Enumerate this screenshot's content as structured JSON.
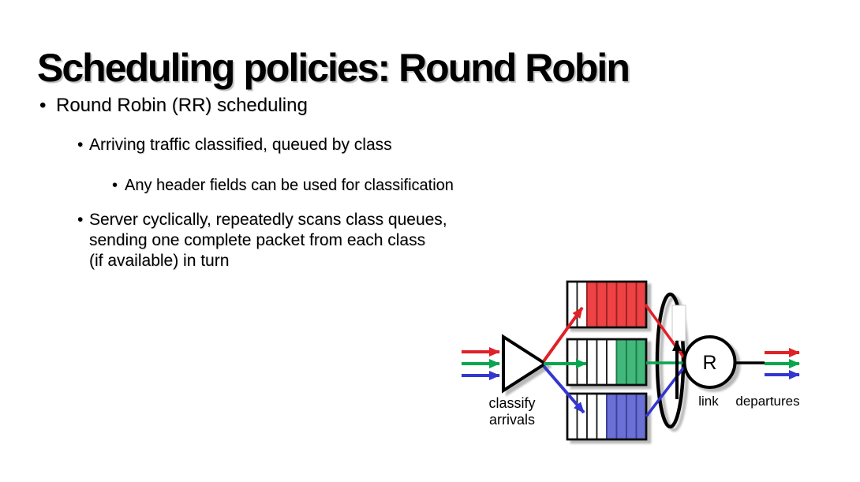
{
  "slide": {
    "title": "Scheduling policies: Round Robin",
    "bullet_char": "•",
    "bullets": [
      {
        "level": 1,
        "text": "Round Robin (RR) scheduling"
      },
      {
        "level": 2,
        "text": "Arriving traffic classified, queued by class"
      },
      {
        "level": 3,
        "text": "Any header fields can be used for classification"
      },
      {
        "level": 2,
        "text": "Server cyclically, repeatedly scans class queues,\nsending one complete packet from each class\n(if available) in turn"
      }
    ]
  },
  "diagram": {
    "labels": {
      "classify_line1": "classify",
      "classify_line2": "arrivals",
      "server": "R",
      "link": "link",
      "departures": "departures"
    },
    "colors": {
      "red": "#e02127",
      "green": "#0aa64f",
      "blue": "#3437cf",
      "outline": "#000000"
    },
    "queues": [
      {
        "name": "red-class-queue",
        "class": "red",
        "empty_cells": 2,
        "filled_cells": 6,
        "fill": "#ee4345",
        "divider": "#9c2224"
      },
      {
        "name": "green-class-queue",
        "class": "green",
        "empty_cells": 5,
        "filled_cells": 3,
        "fill": "#43b87a",
        "divider": "#1d7a4b"
      },
      {
        "name": "blue-class-queue",
        "class": "blue",
        "empty_cells": 4,
        "filled_cells": 4,
        "fill": "#6a6fd5",
        "divider": "#3c3f99"
      }
    ]
  }
}
